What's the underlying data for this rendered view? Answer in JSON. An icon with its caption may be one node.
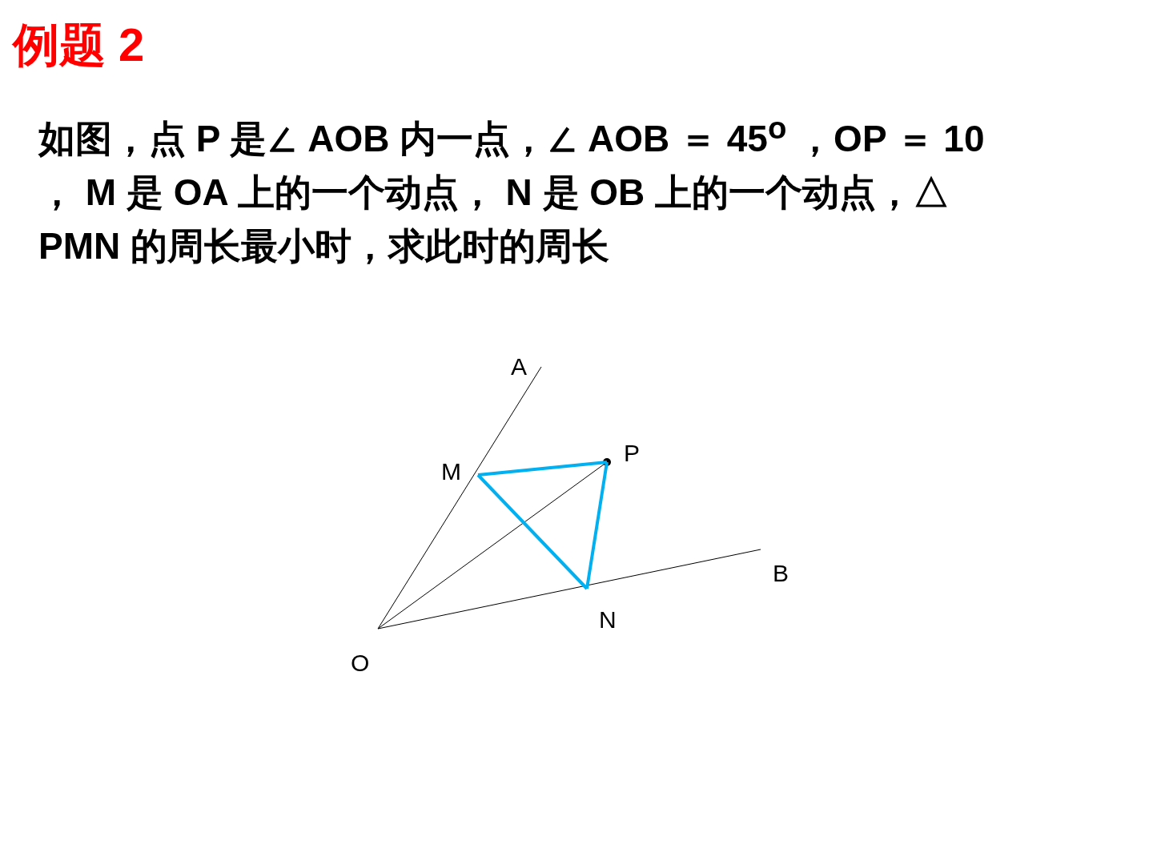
{
  "diagram": {
    "title": "例题 2",
    "nodes": [
      {
        "text": [
          "A"
        ]
      },
      {
        "text": [
          "P"
        ]
      },
      {
        "text": [
          "M"
        ]
      },
      {
        "text": [
          "B"
        ]
      },
      {
        "text": [
          "N"
        ]
      },
      {
        "text": [
          "O"
        ]
      }
    ],
    "edges": [
      {
        "from": 5,
        "to": 0,
        "arrow": "none"
      },
      {
        "from": 5,
        "to": 3,
        "arrow": "none"
      },
      {
        "from": 5,
        "to": 1,
        "arrow": "other"
      },
      {
        "from": 2,
        "to": 1,
        "arrow": "none",
        "style": "thick",
        "color": "#00b0f0"
      },
      {
        "from": 1,
        "to": 4,
        "arrow": "none",
        "style": "thick",
        "color": "#00b0f0"
      },
      {
        "from": 2,
        "to": 4,
        "arrow": "none",
        "style": "thick",
        "color": "#00b0f0"
      }
    ],
    "labels": [
      "如图，点 P 是∠ AOB 内一点，∠ AOB ＝ 45$^{o}$ ，OP ＝ 10 ， M 是 OA 上的一个动点， N 是 OB 上的一个动点，△ PMN 的周长最小时，求此时的周长"
    ]
  }
}
